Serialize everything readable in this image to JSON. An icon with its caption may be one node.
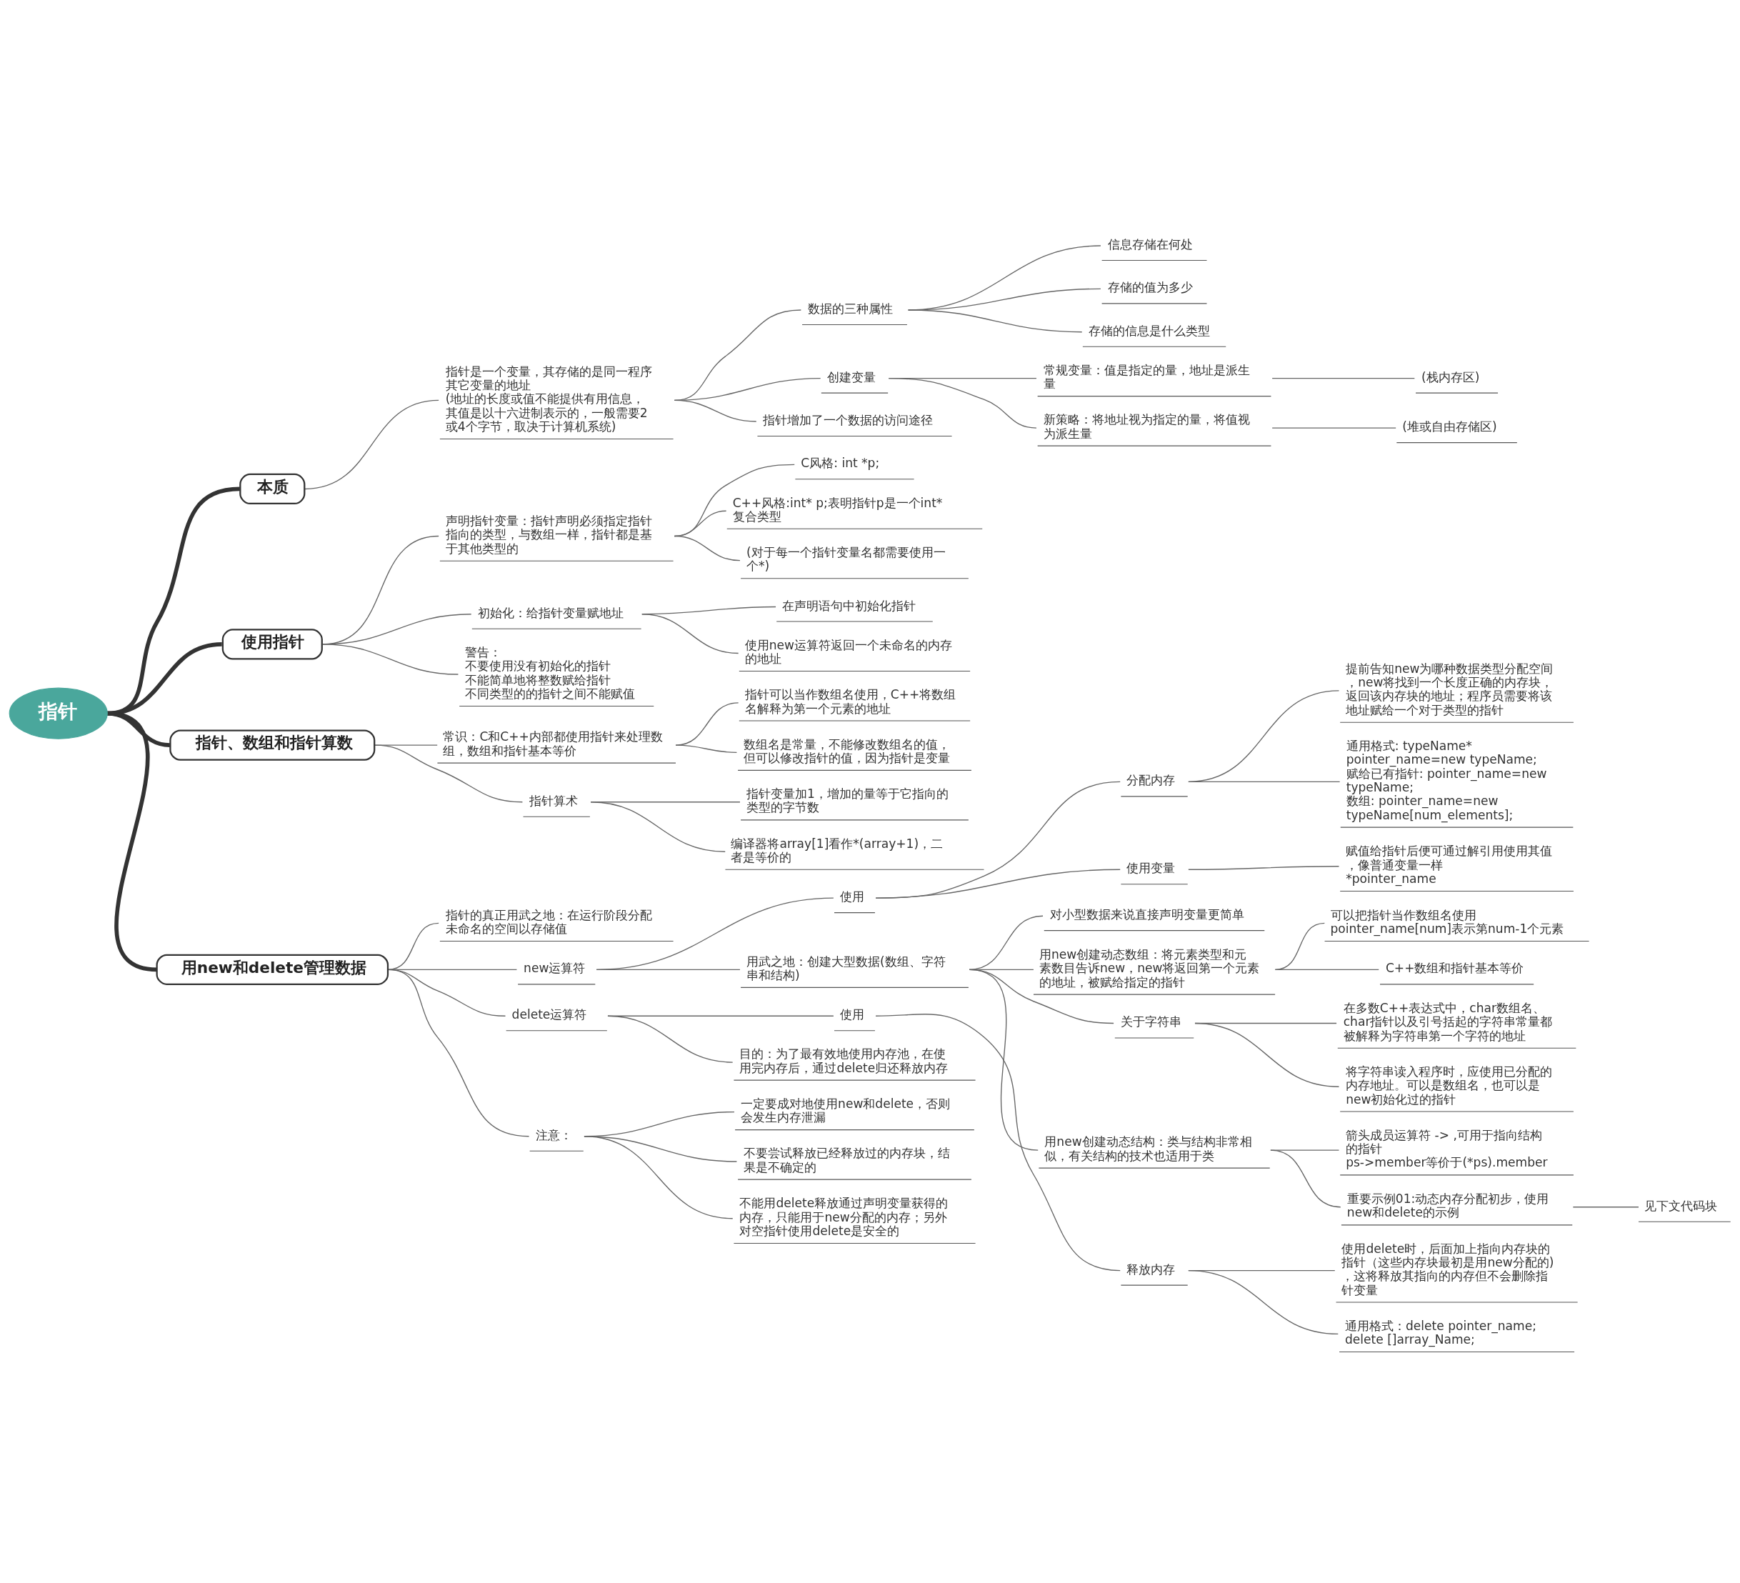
{
  "diagram": {
    "nodes": [
      {
        "text": [
          "指针"
        ]
      },
      {
        "text": [
          "本质"
        ]
      },
      {
        "text": [
          "指针是一个变量，其存储的是同一程序其它变量的地址",
          "(地址的长度或值不能提供有用信息，其值是以十六进制表示的，一般需要2或4个字节，取决于计算机系统)"
        ]
      },
      {
        "text": [
          "数据的三种属性"
        ]
      },
      {
        "text": [
          "信息存储在何处"
        ]
      },
      {
        "text": [
          "存储的值为多少"
        ]
      },
      {
        "text": [
          "存储的信息是什么类型"
        ]
      },
      {
        "text": [
          "创建变量"
        ]
      },
      {
        "text": [
          "常规变量：值是指定的量，地址是派生量"
        ]
      },
      {
        "text": [
          "(栈内存区)"
        ]
      },
      {
        "text": [
          "新策略：将地址视为指定的量，将值视为派生量"
        ]
      },
      {
        "text": [
          "(堆或自由存储区)"
        ]
      },
      {
        "text": [
          "指针增加了一个数据的访问途径"
        ]
      },
      {
        "text": [
          "使用指针"
        ]
      },
      {
        "text": [
          "声明指针变量：指针声明必须指定指针指向的类型，与数组一样，指针都是基于其他类型的"
        ]
      },
      {
        "text": [
          "C风格: int *p;"
        ]
      },
      {
        "text": [
          "C++风格:int* p;表明指针p是一个int*复合类型"
        ]
      },
      {
        "text": [
          "(对于每一个指针变量名都需要使用一个*)"
        ]
      },
      {
        "text": [
          "初始化：给指针变量赋地址"
        ]
      },
      {
        "text": [
          "在声明语句中初始化指针"
        ]
      },
      {
        "text": [
          "使用new运算符返回一个未命名的内存的地址"
        ]
      },
      {
        "text": [
          "警告：",
          "不要使用没有初始化的指针",
          "不能简单地将整数赋给指针",
          "不同类型的的指针之间不能赋值"
        ]
      },
      {
        "text": [
          "指针、数组和指针算数"
        ]
      },
      {
        "text": [
          "常识：C和C++内部都使用指针来处理数组，数组和指针基本等价"
        ]
      },
      {
        "text": [
          "指针可以当作数组名使用，C++将数组名解释为第一个元素的地址"
        ]
      },
      {
        "text": [
          "数组名是常量，不能修改数组名的值，但可以修改指针的值，因为指针是变量"
        ]
      },
      {
        "text": [
          "指针算术"
        ]
      },
      {
        "text": [
          "指针变量加1，增加的量等于它指向的类型的字节数"
        ]
      },
      {
        "text": [
          "编译器将array[1]看作*(array+1)，二者是等价的"
        ]
      },
      {
        "text": [
          "用new和delete管理数据"
        ]
      },
      {
        "text": [
          "指针的真正用武之地：在运行阶段分配未命名的空间以存储值"
        ]
      },
      {
        "text": [
          "new运算符"
        ]
      },
      {
        "text": [
          "使用"
        ]
      },
      {
        "text": [
          "分配内存"
        ]
      },
      {
        "text": [
          "提前告知new为哪种数据类型分配空间，new将找到一个长度正确的内存块，返回该内存块的地址；程序员需要将该地址赋给一个对于类型的指针"
        ]
      },
      {
        "text": [
          "通用格式: typeName* pointer_name=new typeName;",
          "赋给已有指针: pointer_name=new typeName;",
          "数组: pointer_name=new typeName[num_elements];"
        ]
      },
      {
        "text": [
          "使用变量"
        ]
      },
      {
        "text": [
          "赋值给指针后便可通过解引用使用其值，像普通变量一样",
          "*pointer_name"
        ]
      },
      {
        "text": [
          "用武之地：创建大型数据(数组、字符串和结构)"
        ]
      },
      {
        "text": [
          "对小型数据来说直接声明变量更简单"
        ]
      },
      {
        "text": [
          "用new创建动态数组：将元素类型和元素数目告诉new，new将返回第一个元素的地址，被赋给指定的指针"
        ]
      },
      {
        "text": [
          "可以把指针当作数组名使用pointer_name[num]表示第num-1个元素"
        ]
      },
      {
        "text": [
          "C++数组和指针基本等价"
        ]
      },
      {
        "text": [
          "关于字符串"
        ]
      },
      {
        "text": [
          "在多数C++表达式中，char数组名、char指针以及引号括起的字符串常量都被解释为字符串第一个字符的地址"
        ]
      },
      {
        "text": [
          "将字符串读入程序时，应使用已分配的内存地址。可以是数组名，也可以是new初始化过的指针"
        ]
      },
      {
        "text": [
          "用new创建动态结构：类与结构非常相似，有关结构的技术也适用于类"
        ]
      },
      {
        "text": [
          "箭头成员运算符 -> ,可用于指向结构的指针",
          "ps->member等价于(*ps).member"
        ]
      },
      {
        "text": [
          "重要示例01:动态内存分配初步，使用new和delete的示例"
        ]
      },
      {
        "text": [
          "见下文代码块"
        ]
      },
      {
        "text": [
          "delete运算符"
        ]
      },
      {
        "text": [
          "使用"
        ]
      },
      {
        "text": [
          "释放内存"
        ]
      },
      {
        "text": [
          "使用delete时，后面加上指向内存块的指针（这些内存块最初是用new分配的)，这将释放其指向的内存但不会删除指针变量"
        ]
      },
      {
        "text": [
          "通用格式：delete pointer_name; delete []array_Name;"
        ]
      },
      {
        "text": [
          "目的：为了最有效地使用内存池，在使用完内存后，通过delete归还释放内存"
        ]
      },
      {
        "text": [
          "注意："
        ]
      },
      {
        "text": [
          "一定要成对地使用new和delete，否则会发生内存泄漏"
        ]
      },
      {
        "text": [
          "不要尝试释放已经释放过的内存块，结果是不确定的"
        ]
      },
      {
        "text": [
          "不能用delete释放通过声明变量获得的内存，只能用于new分配的内存；另外对空指针使用delete是安全的"
        ]
      }
    ],
    "edges": [
      {
        "from": 0,
        "to": 1,
        "arrow": "none",
        "style": "thick"
      },
      {
        "from": 1,
        "to": 2,
        "arrow": "none"
      },
      {
        "from": 2,
        "to": 3,
        "arrow": "none"
      },
      {
        "from": 3,
        "to": 4,
        "arrow": "none"
      },
      {
        "from": 3,
        "to": 5,
        "arrow": "none"
      },
      {
        "from": 3,
        "to": 6,
        "arrow": "none"
      },
      {
        "from": 2,
        "to": 7,
        "arrow": "none"
      },
      {
        "from": 7,
        "to": 8,
        "arrow": "none"
      },
      {
        "from": 8,
        "to": 9,
        "arrow": "none"
      },
      {
        "from": 7,
        "to": 10,
        "arrow": "none"
      },
      {
        "from": 10,
        "to": 11,
        "arrow": "none"
      },
      {
        "from": 2,
        "to": 12,
        "arrow": "none"
      },
      {
        "from": 0,
        "to": 13,
        "arrow": "none",
        "style": "thick"
      },
      {
        "from": 13,
        "to": 14,
        "arrow": "none"
      },
      {
        "from": 14,
        "to": 15,
        "arrow": "none"
      },
      {
        "from": 14,
        "to": 16,
        "arrow": "none"
      },
      {
        "from": 14,
        "to": 17,
        "arrow": "none"
      },
      {
        "from": 13,
        "to": 18,
        "arrow": "none"
      },
      {
        "from": 18,
        "to": 19,
        "arrow": "none"
      },
      {
        "from": 18,
        "to": 20,
        "arrow": "none"
      },
      {
        "from": 13,
        "to": 21,
        "arrow": "none"
      },
      {
        "from": 0,
        "to": 22,
        "arrow": "none",
        "style": "thick"
      },
      {
        "from": 22,
        "to": 23,
        "arrow": "none"
      },
      {
        "from": 23,
        "to": 24,
        "arrow": "none"
      },
      {
        "from": 23,
        "to": 25,
        "arrow": "none"
      },
      {
        "from": 22,
        "to": 26,
        "arrow": "none"
      },
      {
        "from": 26,
        "to": 27,
        "arrow": "none"
      },
      {
        "from": 26,
        "to": 28,
        "arrow": "none"
      },
      {
        "from": 0,
        "to": 29,
        "arrow": "none",
        "style": "thick"
      },
      {
        "from": 29,
        "to": 30,
        "arrow": "none"
      },
      {
        "from": 29,
        "to": 31,
        "arrow": "none"
      },
      {
        "from": 31,
        "to": 32,
        "arrow": "none"
      },
      {
        "from": 32,
        "to": 33,
        "arrow": "none"
      },
      {
        "from": 33,
        "to": 34,
        "arrow": "none"
      },
      {
        "from": 33,
        "to": 35,
        "arrow": "none"
      },
      {
        "from": 32,
        "to": 36,
        "arrow": "none"
      },
      {
        "from": 36,
        "to": 37,
        "arrow": "none"
      },
      {
        "from": 31,
        "to": 38,
        "arrow": "none"
      },
      {
        "from": 38,
        "to": 39,
        "arrow": "none"
      },
      {
        "from": 38,
        "to": 40,
        "arrow": "none"
      },
      {
        "from": 40,
        "to": 41,
        "arrow": "none"
      },
      {
        "from": 40,
        "to": 42,
        "arrow": "none"
      },
      {
        "from": 38,
        "to": 43,
        "arrow": "none"
      },
      {
        "from": 43,
        "to": 44,
        "arrow": "none"
      },
      {
        "from": 43,
        "to": 45,
        "arrow": "none"
      },
      {
        "from": 38,
        "to": 46,
        "arrow": "none"
      },
      {
        "from": 46,
        "to": 47,
        "arrow": "none"
      },
      {
        "from": 46,
        "to": 48,
        "arrow": "none"
      },
      {
        "from": 48,
        "to": 49,
        "arrow": "none"
      },
      {
        "from": 29,
        "to": 50,
        "arrow": "none"
      },
      {
        "from": 50,
        "to": 51,
        "arrow": "none"
      },
      {
        "from": 51,
        "to": 52,
        "arrow": "none"
      },
      {
        "from": 52,
        "to": 53,
        "arrow": "none"
      },
      {
        "from": 52,
        "to": 54,
        "arrow": "none"
      },
      {
        "from": 50,
        "to": 55,
        "arrow": "none"
      },
      {
        "from": 29,
        "to": 56,
        "arrow": "none"
      },
      {
        "from": 56,
        "to": 57,
        "arrow": "none"
      },
      {
        "from": 56,
        "to": 58,
        "arrow": "none"
      },
      {
        "from": 56,
        "to": 59,
        "arrow": "none"
      }
    ]
  }
}
